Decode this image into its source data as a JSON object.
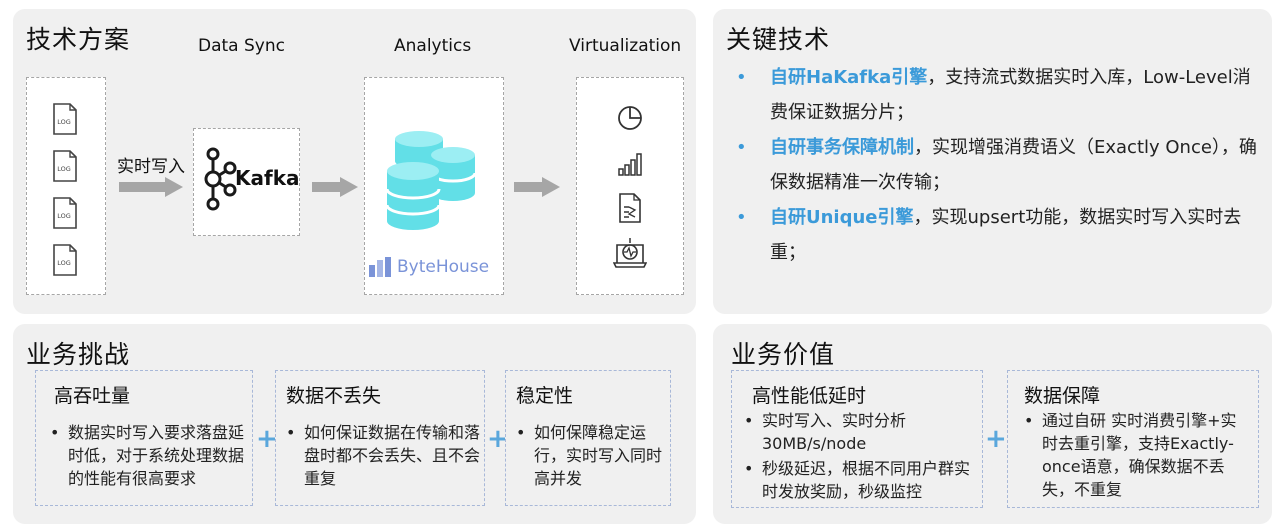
{
  "tech_panel": {
    "title": "技术方案",
    "cols": [
      "Data Sync",
      "Analytics",
      "Virtualization"
    ],
    "log_label": "LOG",
    "arrow_label": "实时写入",
    "kafka": "Kafka",
    "bytehouse": "ByteHouse"
  },
  "key_panel": {
    "title": "关键技术",
    "items": [
      {
        "hl": "自研HaKafka引擎",
        "text": "，支持流式数据实时入库，Low-Level消费保证数据分片；"
      },
      {
        "hl": "自研事务保障机制",
        "text": "，实现增强消费语义（Exactly Once），确保数据精准一次传输；"
      },
      {
        "hl": "自研Unique引擎",
        "text": "，实现upsert功能，数据实时写入实时去重；"
      }
    ]
  },
  "challenge_panel": {
    "title": "业务挑战",
    "cards": [
      {
        "title": "高吞吐量",
        "bullets": [
          "数据实时写入要求落盘延时低，对于系统处理数据的性能有很高要求"
        ]
      },
      {
        "title": "数据不丢失",
        "bullets": [
          "如何保证数据在传输和落盘时都不会丢失、且不会重复"
        ]
      },
      {
        "title": "稳定性",
        "bullets": [
          "如何保障稳定运行，实时写入同时高并发"
        ]
      }
    ]
  },
  "value_panel": {
    "title": "业务价值",
    "cards": [
      {
        "title": "高性能低延时",
        "bullets": [
          "实时写入、实时分析30MB/s/node",
          "秒级延迟，根据不同用户群实时发放奖励，秒级监控"
        ]
      },
      {
        "title": "数据保障",
        "bullets": [
          "通过自研 实时消费引擎+实时去重引擎，支持Exactly-once语意，确保数据不丢失，不重复"
        ]
      }
    ]
  },
  "symbols": {
    "plus": "+",
    "bullet": "•"
  },
  "colors": {
    "accent": "#3b9ad9",
    "plus": "#5aa7dc",
    "cylinder": "#62dfe7"
  }
}
